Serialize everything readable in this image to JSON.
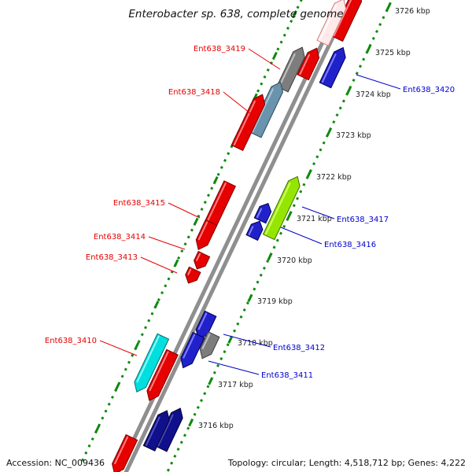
{
  "title": "Enterobacter sp. 638, complete genome",
  "footer": {
    "accession": "Accession: NC_009436",
    "stats": "Topology: circular; Length: 4,518,712 bp; Genes: 4,222"
  },
  "colors": {
    "track": "#8f8f8f",
    "ruler": "#0e8a0e"
  },
  "ticks": [
    {
      "label": "3726 kbp"
    },
    {
      "label": "3725 kbp"
    },
    {
      "label": "3724 kbp"
    },
    {
      "label": "3723 kbp"
    },
    {
      "label": "3722 kbp"
    },
    {
      "label": "3721 kbp"
    },
    {
      "label": "3720 kbp"
    },
    {
      "label": "3719 kbp"
    },
    {
      "label": "3718 kbp"
    },
    {
      "label": "3717 kbp"
    },
    {
      "label": "3716 kbp"
    }
  ],
  "gene_labels": {
    "left": [
      {
        "text": "Ent638_3419",
        "color": "#e60000"
      },
      {
        "text": "Ent638_3418",
        "color": "#e60000"
      },
      {
        "text": "Ent638_3415",
        "color": "#e60000"
      },
      {
        "text": "Ent638_3414",
        "color": "#e60000"
      },
      {
        "text": "Ent638_3413",
        "color": "#e60000"
      },
      {
        "text": "Ent638_3410",
        "color": "#e60000"
      }
    ],
    "right": [
      {
        "text": "Ent638_3420",
        "color": "#0000cc"
      },
      {
        "text": "Ent638_3417",
        "color": "#0000cc"
      },
      {
        "text": "Ent638_3416",
        "color": "#0000cc"
      },
      {
        "text": "Ent638_3412",
        "color": "#0000cc"
      },
      {
        "text": "Ent638_3411",
        "color": "#0000cc"
      }
    ]
  },
  "features": {
    "red_top": {
      "fill": "#e60000"
    },
    "pale": {
      "fill": "#ffe9e9"
    },
    "gray_3419": {
      "fill": "#7d7d7d"
    },
    "red_3419n": {
      "fill": "#e60000"
    },
    "blue_3420": {
      "fill": "#2121cc"
    },
    "steel_3418n": {
      "fill": "#6a93ad"
    },
    "red_3418": {
      "fill": "#e60000"
    },
    "lime_3417": {
      "fill": "#94e600"
    },
    "blue_3416a": {
      "fill": "#2121cc"
    },
    "blue_3416b": {
      "fill": "#2121cc"
    },
    "red_3415": {
      "fill": "#e60000"
    },
    "red_3414": {
      "fill": "#e60000"
    },
    "red_3413a": {
      "fill": "#e60000"
    },
    "red_3413b": {
      "fill": "#e60000"
    },
    "blue_3412": {
      "fill": "#2121cc"
    },
    "gray_mid": {
      "fill": "#7d7d7d"
    },
    "blue_3411": {
      "fill": "#2121cc"
    },
    "cyan_3410": {
      "fill": "#00dede"
    },
    "red_3410n": {
      "fill": "#e60000"
    },
    "navy_a": {
      "fill": "#10108c"
    },
    "navy_b": {
      "fill": "#10108c"
    },
    "red_bottom": {
      "fill": "#e60000"
    }
  }
}
